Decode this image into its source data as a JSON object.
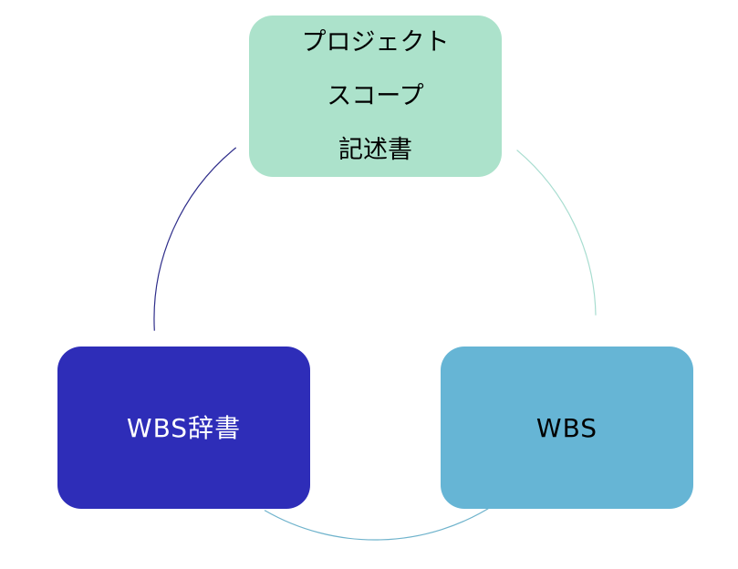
{
  "diagram": {
    "type": "cycle",
    "colors": {
      "scope_fill": "#ace2cb",
      "dictionary_fill": "#2e2db8",
      "wbs_fill": "#66b5d5",
      "arc_scope_to_wbs": "#a8ddd0",
      "arc_wbs_to_dictionary": "#6fb3cc",
      "arc_dictionary_to_scope": "#2e2d8a"
    },
    "nodes": [
      {
        "id": "scope-statement",
        "lines": [
          "プロジェクト",
          "スコープ",
          "記述書"
        ]
      },
      {
        "id": "wbs",
        "lines": [
          "WBS"
        ]
      },
      {
        "id": "wbs-dictionary",
        "lines": [
          "WBS辞書"
        ]
      }
    ]
  }
}
